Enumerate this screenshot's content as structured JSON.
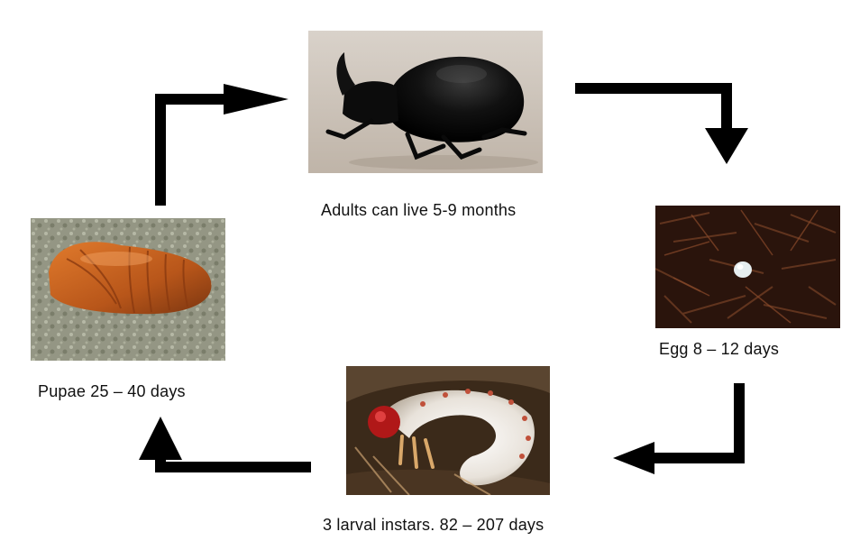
{
  "stages": {
    "adult": {
      "label": "Adults can live 5-9 months"
    },
    "egg": {
      "label": "Egg  8 – 12 days"
    },
    "larva": {
      "label": "3 larval instars.  82 – 207 days"
    },
    "pupa": {
      "label": "Pupae 25 – 40 days"
    }
  },
  "colors": {
    "arrow": "#000000",
    "adult_bg": "#cfc6bd",
    "egg_bg": "#2a140c",
    "larva_bg": "#3b2a1a",
    "pupa_bg": "#9a9c8c"
  }
}
